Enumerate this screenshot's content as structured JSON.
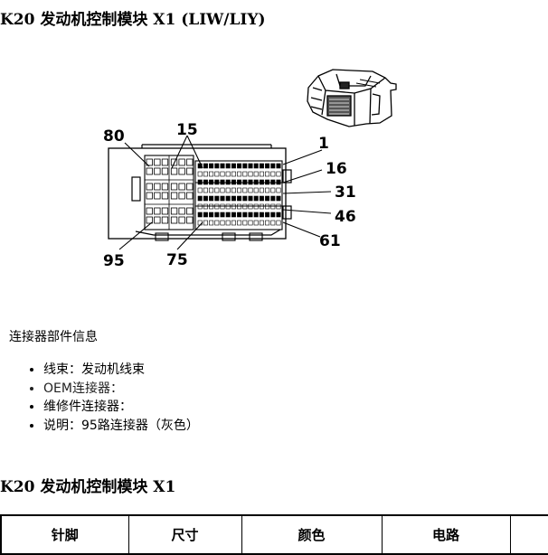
{
  "header": {
    "title": "K20 发动机控制模块 X1 (LIW/LIY)"
  },
  "connector": {
    "pin_labels": {
      "p80": "80",
      "p15": "15",
      "p1": "1",
      "p16": "16",
      "p31": "31",
      "p46": "46",
      "p61": "61",
      "p95": "95",
      "p75": "75"
    }
  },
  "info": {
    "title": "连接器部件信息",
    "items": [
      "线束：发动机线束",
      "OEM连接器：",
      "维修件连接器：",
      "说明：95路连接器（灰色）"
    ]
  },
  "section2": {
    "title": "K20 发动机控制模块 X1"
  },
  "table": {
    "headers": [
      "针脚",
      "尺寸",
      "颜色",
      "电路",
      ""
    ]
  }
}
